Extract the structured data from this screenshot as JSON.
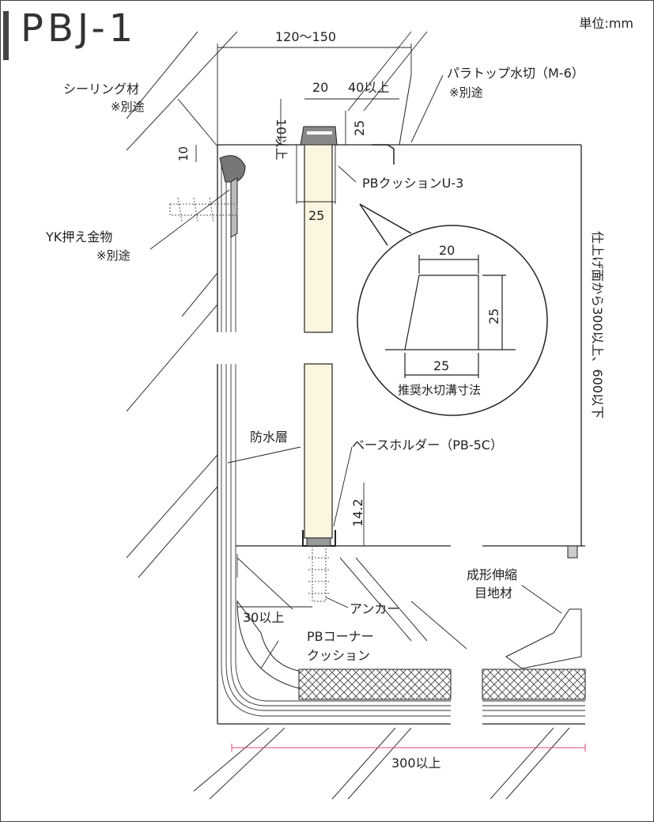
{
  "title": "PBJ-1",
  "unit": "単位:mm",
  "labels": {
    "sealing": "シーリング材",
    "sealing_note": "※別途",
    "yk": "YK押え金物",
    "yk_note": "※別途",
    "parapet": "パラトップ水切（M-6）",
    "parapet_note": "※別途",
    "cushion_u3": "PBクッションU-3",
    "waterproof": "防水層",
    "base_holder": "ベースホルダー（PB-5C）",
    "anchor": "アンカー",
    "corner_cushion_1": "PBコーナー",
    "corner_cushion_2": "クッション",
    "joint_1": "成形伸縮",
    "joint_2": "目地材",
    "groove": "推奨水切溝寸法"
  },
  "dims": {
    "width_range": "120〜150",
    "d20": "20",
    "d40": "40以上",
    "d10up": "10以上",
    "d25_top": "25",
    "d10": "10",
    "d25_bottom": "25",
    "groove_20": "20",
    "groove_25h": "25",
    "groove_25w": "25",
    "height_range": "仕上げ面から300以上、600以下",
    "d14_2": "14.2",
    "d30": "30以上",
    "d300": "300以上"
  },
  "colors": {
    "line": "#222222",
    "board_fill": "#fbf6df",
    "dim_pink": "#e0457a",
    "hatch": "#444444"
  }
}
